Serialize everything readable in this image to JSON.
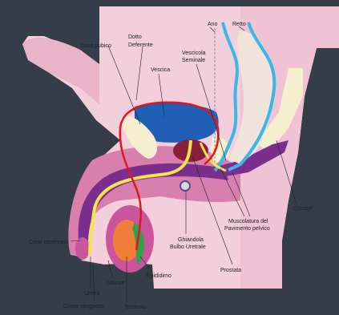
{
  "labels": {
    "dotto_deferente_1": "Dotto",
    "dotto_deferente_2": "Deferente",
    "osso_pubico": "Osso pubico",
    "vescica": "Vescica",
    "vescicola_1": "Vescicola",
    "vescicola_2": "Seminale",
    "ano": "Ano",
    "retto": "Retto",
    "coccige": "Coccige",
    "muscolatura_1": "Muscolatura del",
    "muscolatura_2": "Pavimento pelvico",
    "prostata": "Prostata",
    "ghiandola_1": "Ghiandola",
    "ghiandola_2": "Bulbo Uretrale",
    "corpi_cavernosi": "Corpi cavernosi",
    "uretra": "Uretra",
    "corpo_spugnoso": "Corpo spugnoso",
    "glande": "Glande",
    "testicolo": "Testicolo",
    "epididimo": "Epididimo"
  },
  "colors": {
    "background": "#343d48",
    "body": "#f3cfdc",
    "body_dark": "#d9a3b8",
    "tissue": "#c9559a",
    "purple": "#7a2f8f",
    "bladder": "#1f5fb5",
    "duct": "#e0161e",
    "urethra": "#f2e64a",
    "rectum_outline": "#3ab7e6",
    "testis": "#f07d3a",
    "epididymis": "#2ea34a",
    "bone": "#f6efcf"
  }
}
